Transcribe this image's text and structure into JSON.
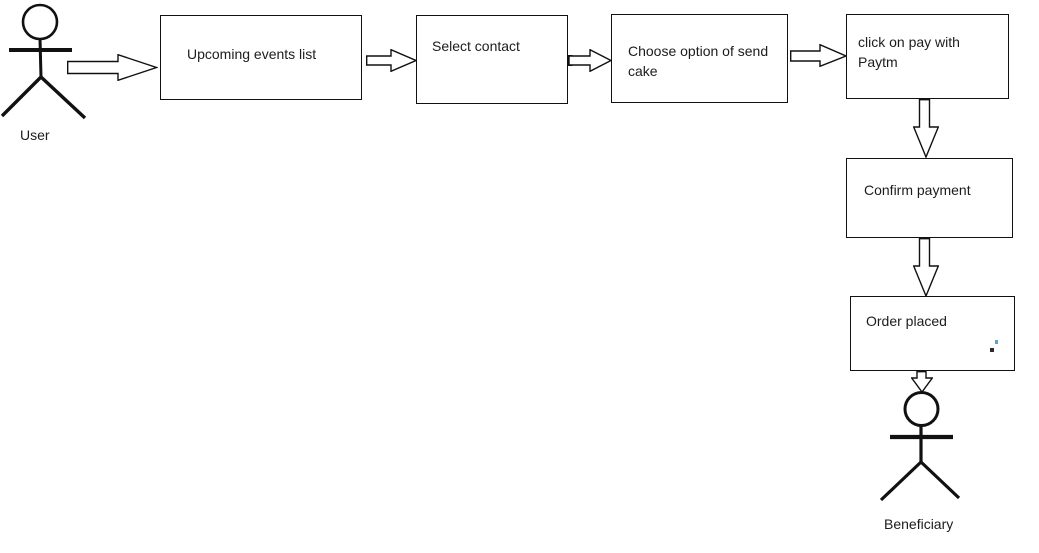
{
  "diagram": {
    "actors": {
      "user": {
        "label": "User"
      },
      "beneficiary": {
        "label": "Beneficiary"
      }
    },
    "steps": [
      {
        "label": "Upcoming events list"
      },
      {
        "label": "Select contact"
      },
      {
        "label": "Choose option of send cake"
      },
      {
        "label": "click on pay with Paytm"
      },
      {
        "label": "Confirm payment"
      },
      {
        "label": "Order placed"
      }
    ],
    "connections": [
      {
        "from": "User",
        "to": "Upcoming events list"
      },
      {
        "from": "Upcoming events list",
        "to": "Select contact"
      },
      {
        "from": "Select contact",
        "to": "Choose option of send cake"
      },
      {
        "from": "Choose option of send cake",
        "to": "click on pay with Paytm"
      },
      {
        "from": "click on pay with Paytm",
        "to": "Confirm payment"
      },
      {
        "from": "Confirm payment",
        "to": "Order placed"
      },
      {
        "from": "Order placed",
        "to": "Beneficiary"
      }
    ],
    "colors": {
      "line": "#111111",
      "text": "#1c1c1c",
      "background": "#ffffff"
    }
  }
}
